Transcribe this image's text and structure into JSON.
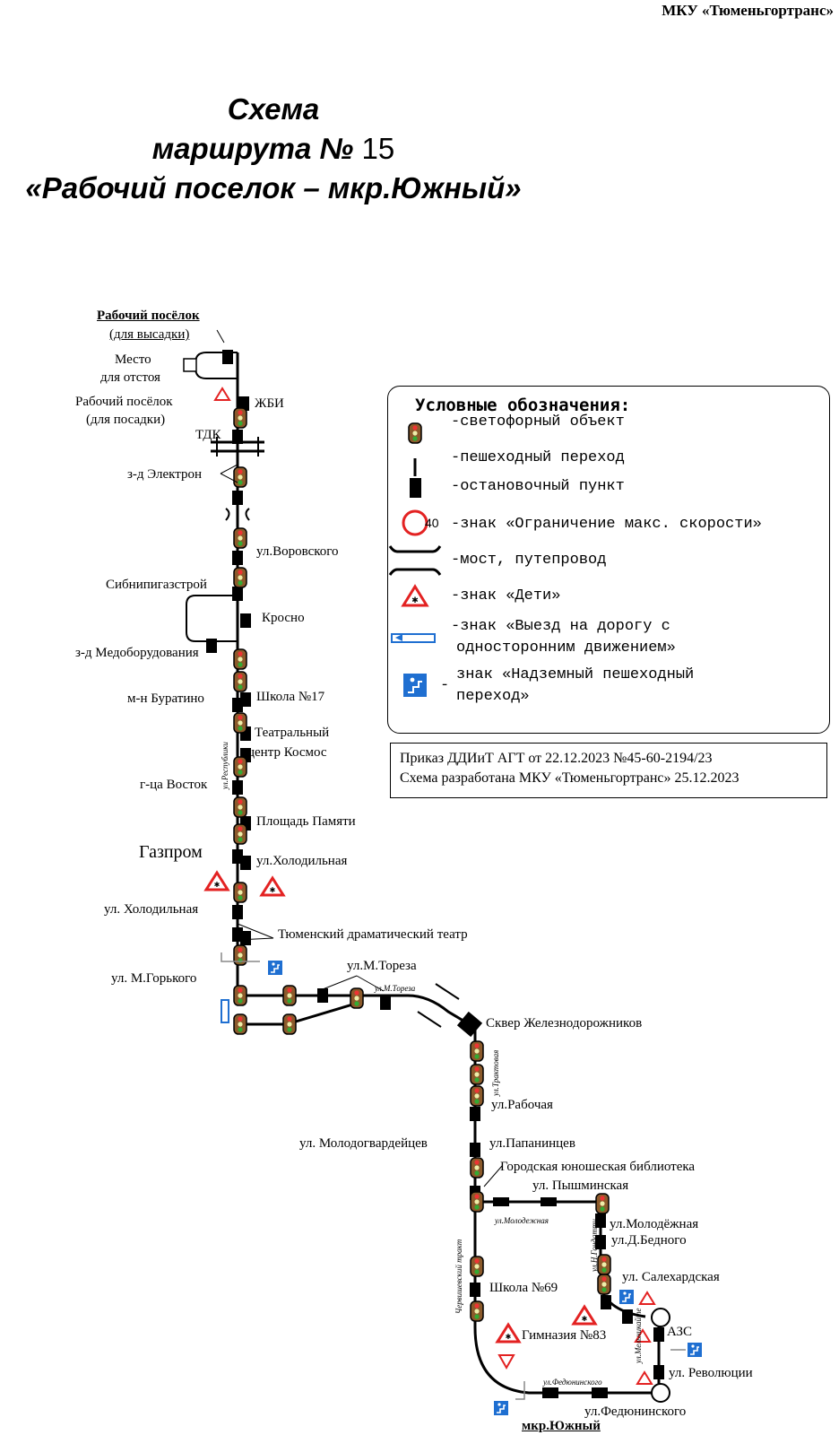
{
  "header": {
    "organization": "МКУ «Тюменьгортранс»"
  },
  "title": {
    "line1": "Схема",
    "line2_prefix": "маршрута №",
    "route_number": "15",
    "line3": "«Рабочий поселок – мкр.Южный»"
  },
  "terminals": {
    "north_alight_name": "Рабочий посёлок",
    "north_alight_note": "(для высадки)",
    "layover_line1": "Место",
    "layover_line2": "для отстоя",
    "north_board_name": "Рабочий посёлок",
    "north_board_note": "(для посадки)",
    "south_name": "мкр.Южный"
  },
  "stops_left": {
    "tdk": "ТДК",
    "elektron": "з-д Электрон",
    "sibnipi": "Сибнипигазстрой",
    "medoborud": "з-д Медоборудования",
    "buratino": "м-н Буратино",
    "vostok": "г-ца Восток",
    "gazprom": "Газпром",
    "kholodilnaya": "ул. Холодильная",
    "gorkogo": "ул. М.Горького",
    "molodogvard": "ул. Молодогвардейцев"
  },
  "stops_right": {
    "zhbi": "ЖБИ",
    "vorovskogo": "ул.Воровского",
    "krosno": "Кросно",
    "school17": "Школа №17",
    "teatr1": "Театральный",
    "teatr2": "центр Космос",
    "ploshchad": "Площадь Памяти",
    "kholodilnaya": "ул.Холодильная",
    "dramteatr": "Тюменский драматический театр",
    "toreza": "ул.М.Тореза",
    "skver": "Сквер Железнодорожников",
    "rabochaya": "ул.Рабочая",
    "papanintsev": "ул.Папанинцев",
    "biblioteka": "Городская юношеская библиотека",
    "pyshminskaya": "ул. Пышминская",
    "molodezhnaya": "ул.Молодёжная",
    "bednogo": "ул.Д.Бедного",
    "salekhardskaya": "ул. Салехардская",
    "school69": "Школа №69",
    "azs": "АЗС",
    "gimnaziya": "Гимназия №83",
    "revolyutsii": "ул. Революции",
    "fedyuninskogo": "ул.Федюнинского"
  },
  "street_labels": {
    "respubliki": "ул.Республики",
    "toreza": "ул.М.Тореза",
    "traktovaya": "ул.Трактовая",
    "molodezhnaya": "ул.Молодежная",
    "chervishevsky": "Червишевский тракт",
    "ponomareva": "ул.Н.Гондатти",
    "melnikaite": "ул.Мельникайте",
    "fedyuninskogo": "ул.Федюнинского"
  },
  "legend": {
    "title": "Условные обозначения:",
    "traffic_light": "-светофорный объект",
    "crosswalk": "-пешеходный переход",
    "stop": "-остановочный пункт",
    "speed_limit": "-знак «Ограничение макс. скорости»",
    "speed_value": "40",
    "bridge": "-мост, путепровод",
    "children": "-знак «Дети»",
    "oneway_line1": "-знак «Выезд на дорогу с",
    "oneway_line2": "односторонним движением»",
    "overpass_line1": "знак «Надземный пешеходный",
    "overpass_line2": "переход»",
    "overpass_dash": "-"
  },
  "order": {
    "line1": "Приказ ДДИиТ АГТ от 22.12.2023 №45-60-2194/23",
    "line2": "Схема разработана МКУ «Тюменьгортранс» 25.12.2023"
  },
  "colors": {
    "route": "#000000",
    "sign_red": "#e32222",
    "sign_blue": "#1f6fd1",
    "traffic_light": "#8b5a2b"
  }
}
